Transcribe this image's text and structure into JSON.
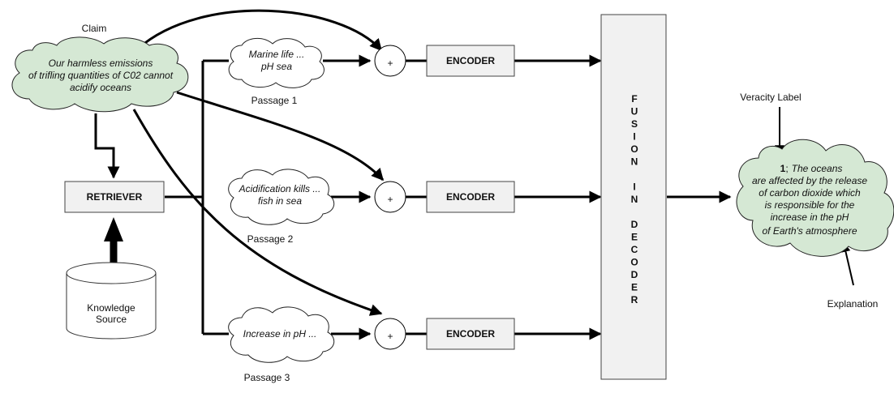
{
  "claim": {
    "title": "Claim",
    "text_lines": [
      "Our harmless emissions",
      "of trifling quantities of C02 cannot",
      "acidify oceans"
    ]
  },
  "retriever": {
    "label": "RETRIEVER"
  },
  "knowledge_source": {
    "lines": [
      "Knowledge",
      "Source"
    ]
  },
  "passages": [
    {
      "caption": "Passage 1",
      "text_lines": [
        "Marine life ...",
        "pH sea"
      ]
    },
    {
      "caption": "Passage 2",
      "text_lines": [
        "Acidification kills ...",
        "fish in sea"
      ]
    },
    {
      "caption": "Passage 3",
      "text_lines": [
        "Increase in pH ..."
      ]
    }
  ],
  "plus_symbol": "+",
  "encoder_label": "ENCODER",
  "fusion": {
    "letters": [
      "F",
      "U",
      "S",
      "I",
      "O",
      "N",
      "",
      "I",
      "N",
      "",
      "D",
      "E",
      "C",
      "O",
      "D",
      "E",
      "R"
    ]
  },
  "output": {
    "veracity_title": "Veracity Label",
    "explanation_title": "Explanation",
    "label_value": "1",
    "label_sep": ";",
    "lines": [
      "The oceans",
      "are affected by the release",
      "of carbon dioxide which",
      "is responsible for the",
      "increase in the pH",
      "of Earth's atmosphere"
    ]
  },
  "colors": {
    "cloud_fill": "#d5e8d4",
    "box_fill": "#f1f1f1",
    "stroke": "#000000"
  }
}
